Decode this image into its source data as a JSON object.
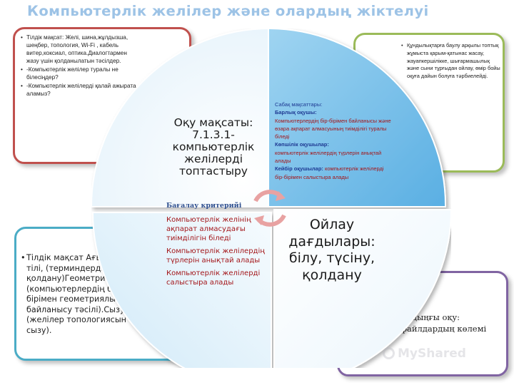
{
  "title": "Компьютерлік желілер және олардың жіктелуі",
  "top_left": {
    "items": [
      "Тілдік мақсат: Желі, шина,жұлдызша, шеңбер, топология, Wi-Fi , кабель витер,коксиал, оптика.Диалогтармен жазу үшін қолданылатын тәсілдер.",
      "-Компьютерлік желілер туралы не білесіңдер?",
      "-Компьютерлік желілерді қалай ажырата аламыз?"
    ]
  },
  "top_right": {
    "items": [
      "Құндылықтарға баулу арқылы топтық жұмыста қарым-қатынас жасау, жауапкершілікке, шығармашылық және сыни тұрғыдан ойлау, өмір бойы оқуға дайын болуға тәрбиелейді."
    ]
  },
  "bottom_left": {
    "items": [
      "Тілдік мақсат Ағылшын тілі, (терминдерді қолдану)Геометрия (компьютерлердің бір-бірімен геометриялық байланысу тәсілі).Сызу (желілер топологиясын сызу)."
    ]
  },
  "bottom_right": {
    "items": [
      "Алдыңғы оқу: файлдардың көлемі"
    ]
  },
  "circle": {
    "q1_text": "Оқу мақсаты: 7.1.3.1- компьютерлік желілерді топтастыру",
    "q2": {
      "heading": "Сабақ мақсаттары:",
      "all_label": "Барлық оқушы:",
      "all_text": "Компьютерлердің бір-бірімен байланысы және өзара ақпарат алмасуының тиімділігі туралы біледі",
      "most_label": "Көпшілік оқушылар:",
      "most_text": "компьютерлік желілердің түрлерін анықтай алады",
      "some_label": "Кейбір оқушылар:",
      "some_text": "компьютерлік желілерді бір-бірімен салыстыра алады"
    },
    "q3": {
      "title": "Бағалау критерийі",
      "items": [
        "Компьютерлік желінің ақпарат алмасудағы тиімділігін біледі",
        "Компьютерлік желілердің түрлерін анықтай алады",
        "Компьютерлік желілерді салыстыра алады"
      ]
    },
    "q4_text": "Ойлау дағдылары: білу, түсіну, қолдану"
  },
  "watermark": "MyShared",
  "colors": {
    "title": "#9dc3e6",
    "red_frame": "#c0504d",
    "green_frame": "#9bbb59",
    "blue_frame": "#4bacc6",
    "purple_frame": "#8064a2",
    "red_text": "#a3161a",
    "blue_text": "#1f3a93"
  }
}
